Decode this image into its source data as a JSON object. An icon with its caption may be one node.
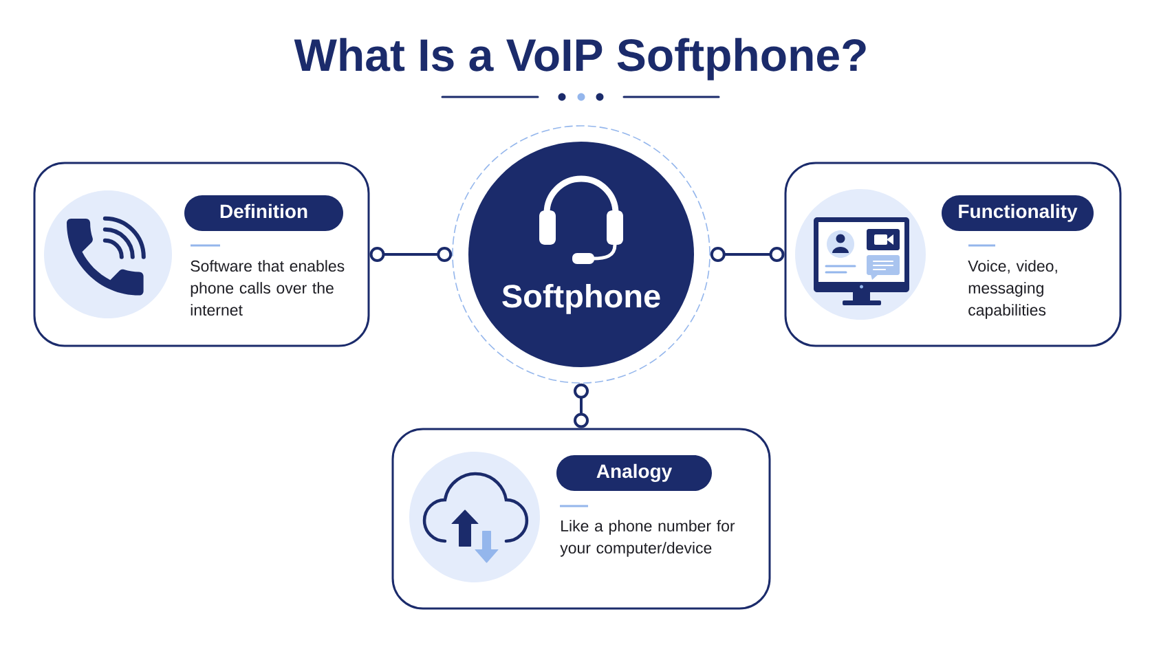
{
  "diagram": {
    "title": "What Is a VoIP Softphone?",
    "nodes": [
      {
        "text": [
          "Softphone"
        ]
      },
      {
        "text": [
          "Definition",
          "Software that enables phone calls over the internet"
        ]
      },
      {
        "text": [
          "Functionality",
          "Voice, video, messaging capabilities"
        ]
      },
      {
        "text": [
          "Analogy",
          "Like a phone number for your computer/device"
        ]
      }
    ],
    "edges": [
      {
        "from": 0,
        "to": 1,
        "arrow": "other"
      },
      {
        "from": 0,
        "to": 2,
        "arrow": "other"
      },
      {
        "from": 0,
        "to": 3,
        "arrow": "other"
      }
    ]
  }
}
